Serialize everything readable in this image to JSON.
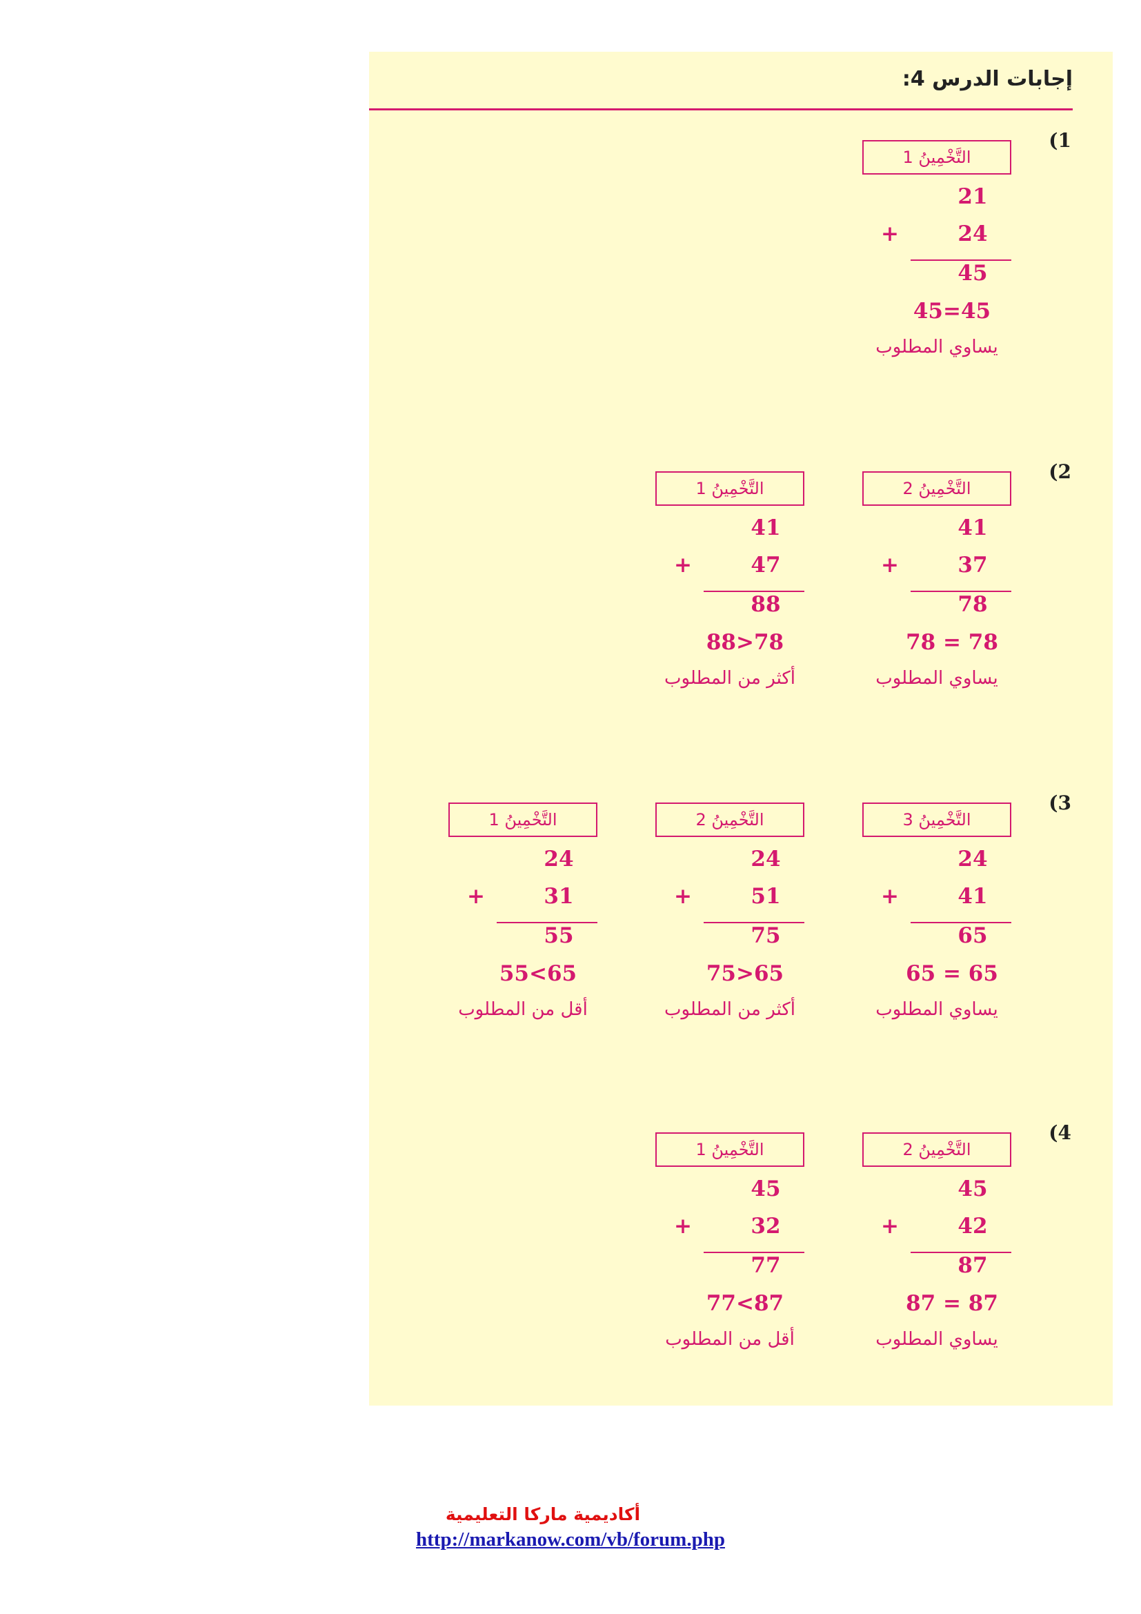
{
  "heading": "إجابات الدرس 4:",
  "questions": [
    {
      "number": "(1",
      "guesses": [
        {
          "label": "التَّخْمِينُ 1",
          "a": "21",
          "op": "+",
          "b": "24",
          "sum": "45",
          "comparison": "45=45",
          "verdict": "يساوي المطلوب"
        }
      ]
    },
    {
      "number": "(2",
      "guesses": [
        {
          "label": "التَّخْمِينُ 2",
          "a": "41",
          "op": "+",
          "b": "37",
          "sum": "78",
          "comparison": "78 = 78",
          "verdict": "يساوي المطلوب"
        },
        {
          "label": "التَّخْمِينُ 1",
          "a": "41",
          "op": "+",
          "b": "47",
          "sum": "88",
          "comparison": "88>78",
          "verdict": "أكثر من المطلوب"
        }
      ]
    },
    {
      "number": "(3",
      "guesses": [
        {
          "label": "التَّخْمِينُ 3",
          "a": "24",
          "op": "+",
          "b": "41",
          "sum": "65",
          "comparison": "65 = 65",
          "verdict": "يساوي المطلوب"
        },
        {
          "label": "التَّخْمِينُ 2",
          "a": "24",
          "op": "+",
          "b": "51",
          "sum": "75",
          "comparison": "75>65",
          "verdict": "أكثر من المطلوب"
        },
        {
          "label": "التَّخْمِينُ 1",
          "a": "24",
          "op": "+",
          "b": "31",
          "sum": "55",
          "comparison": "55<65",
          "verdict": "أقل من المطلوب"
        }
      ]
    },
    {
      "number": "(4",
      "guesses": [
        {
          "label": "التَّخْمِينُ 2",
          "a": "45",
          "op": "+",
          "b": "42",
          "sum": "87",
          "comparison": "87 = 87",
          "verdict": "يساوي المطلوب"
        },
        {
          "label": "التَّخْمِينُ 1",
          "a": "45",
          "op": "+",
          "b": "32",
          "sum": "77",
          "comparison": "77<87",
          "verdict": "أقل من المطلوب"
        }
      ]
    }
  ],
  "footer": {
    "title": "أكاديمية ماركا التعليمية",
    "link": "http://markanow.com/vb/forum.php"
  },
  "colors": {
    "panel_background": "#fffbcf",
    "accent": "#d4196f",
    "footer_title": "#e01010",
    "footer_link": "#1a1ab0"
  }
}
